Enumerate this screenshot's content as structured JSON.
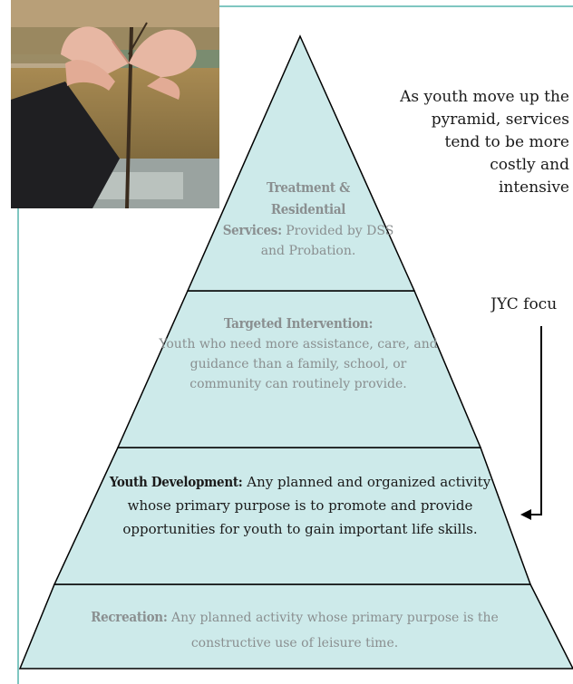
{
  "tiers": [
    {
      "heading": "Treatment & Residential",
      "heading_tail": "Services:",
      "body": "Provided by DSS and Probation."
    },
    {
      "heading": "Targeted Intervention:",
      "body": "Youth who need more assistance, care, and guidance than a family, school, or community can routinely provide."
    },
    {
      "heading": "Youth Development:",
      "body": "Any planned and organized activity whose primary purpose is to promote and provide opportunities for youth to gain important life skills."
    },
    {
      "heading": "Recreation:",
      "body": "Any planned activity whose primary purpose is the constructive use of leisure time."
    }
  ],
  "side_note": {
    "lines": [
      "As youth move up the",
      "pyramid, services",
      "tend to be more",
      "costly and",
      "intensive"
    ]
  },
  "focus_label": "JYC focu",
  "colors": {
    "pyramid_fill": "#cdeaea",
    "frame": "#7fc6c1",
    "muted_text": "#8a8f90",
    "dark_text": "#1a1a1a"
  },
  "photo": {
    "icon": "heart-hands-photo"
  }
}
